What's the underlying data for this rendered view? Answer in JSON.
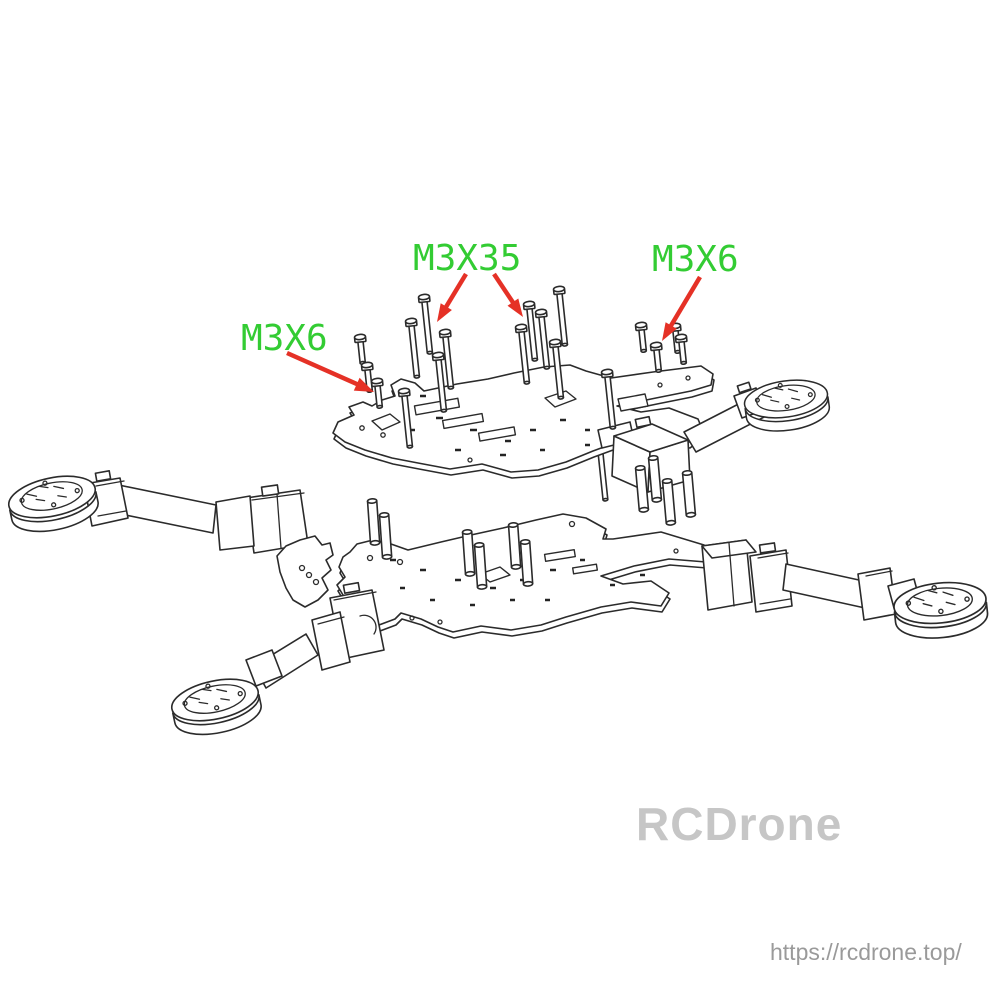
{
  "page": {
    "background": "#ffffff"
  },
  "diagram": {
    "callouts": {
      "m3x35": {
        "label": "M3X35"
      },
      "m3x6_right": {
        "label": "M3X6"
      },
      "m3x6_left": {
        "label": "M3X6"
      }
    },
    "colors": {
      "label_green": "#33cc33",
      "arrow_red": "#e53126",
      "line_art": "#2b2b2b",
      "watermark_gray": "#c6c6c6",
      "url_gray": "#9a9a9a"
    }
  },
  "branding": {
    "watermark": "RCDrone",
    "url": "https://rcdrone.top/"
  }
}
